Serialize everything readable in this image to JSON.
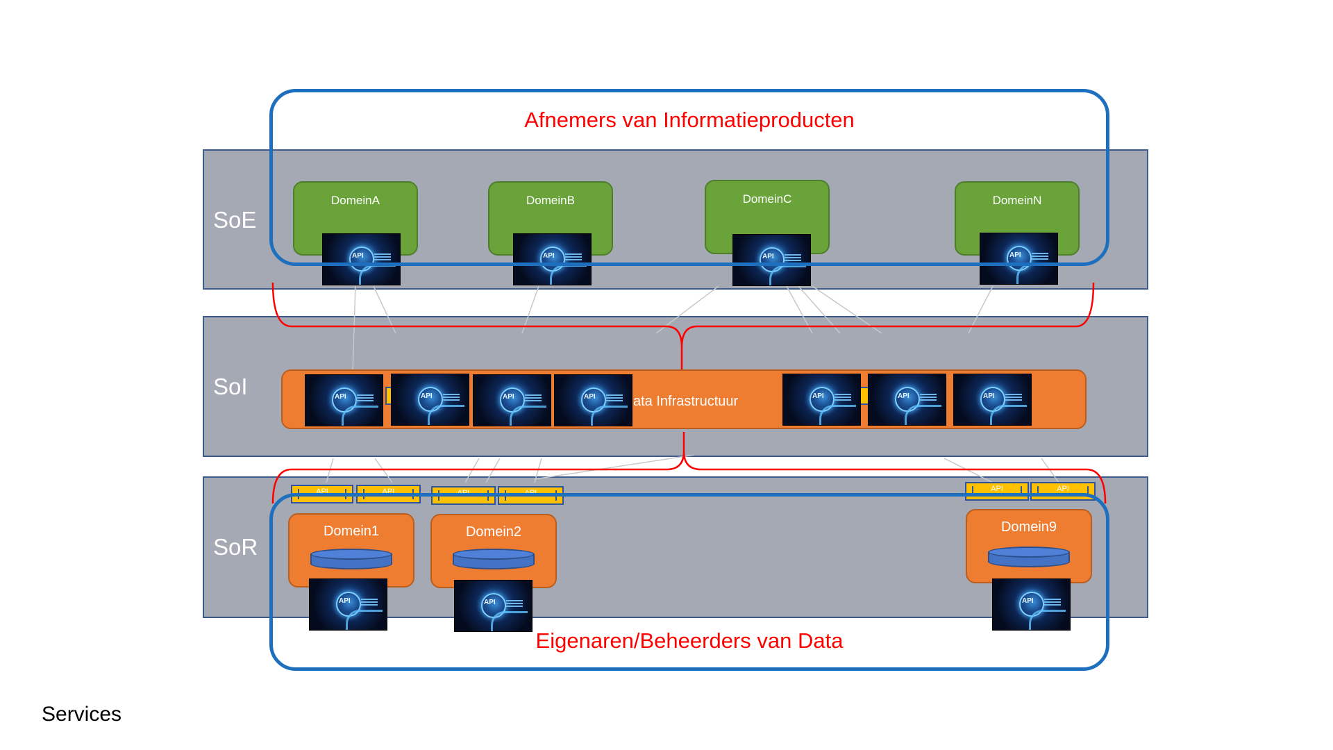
{
  "layers": {
    "soe": "SoE",
    "soi": "SoI",
    "sor": "SoR"
  },
  "groups": {
    "consumers": "Afnemers van Informatieproducten",
    "owners": "Eigenaren/Beheerders van Data"
  },
  "soe_domains": [
    "DomeinA",
    "DomeinB",
    "DomeinC",
    "DomeinN"
  ],
  "sor_domains": [
    "Domein1",
    "Domein2",
    "Domein9"
  ],
  "infra_label": "ata Infrastructuur",
  "api_tag_label": "API",
  "footer": "Services",
  "colors": {
    "layer_fill": "#a5a9b4",
    "green_domain": "#6aa33a",
    "orange_domain": "#ee7d31",
    "outline_blue": "#1f6fbf",
    "brace_red": "#ff0000",
    "api_tag": "#ffc000"
  },
  "icons": {
    "api_image": "api-hand-touch-icon",
    "database": "database-cylinder-icon"
  }
}
